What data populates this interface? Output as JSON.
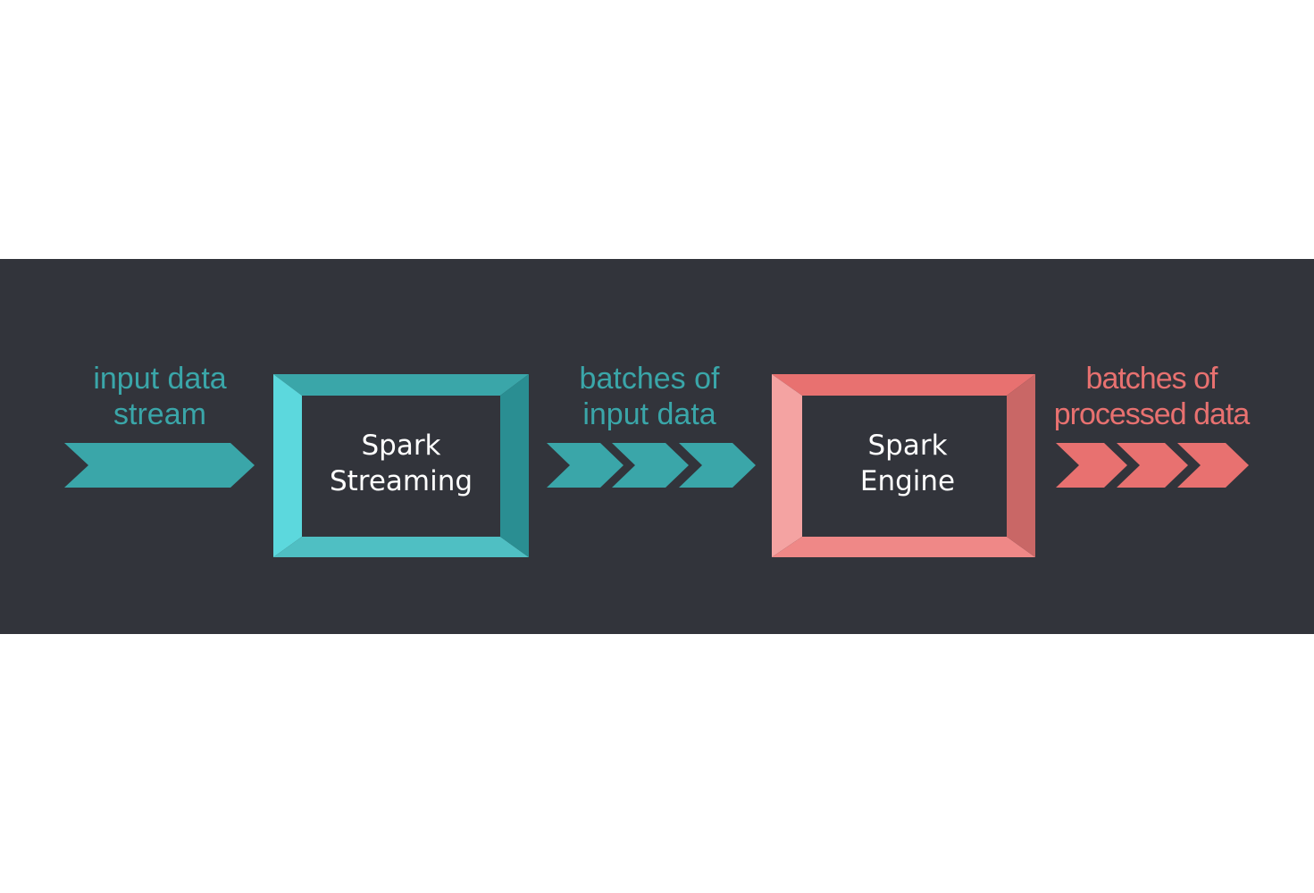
{
  "colors": {
    "background": "#ffffff",
    "band": "#32343b",
    "teal": "#3aa6a9",
    "teal_light": "#5cd8dd",
    "teal_mid": "#4fbfc3",
    "teal_dark": "#2a8e92",
    "coral": "#e87170",
    "coral_light": "#f4a3a2",
    "coral_mid": "#ef8887",
    "coral_dark": "#c96766",
    "box_text": "#ffffff"
  },
  "labels": {
    "input_stream": [
      "input data",
      "stream"
    ],
    "input_batches": [
      "batches of",
      "input data"
    ],
    "processed_batches": [
      "batches of",
      "processed data"
    ]
  },
  "boxes": {
    "streaming": [
      "Spark",
      "Streaming"
    ],
    "engine": [
      "Spark",
      "Engine"
    ]
  }
}
